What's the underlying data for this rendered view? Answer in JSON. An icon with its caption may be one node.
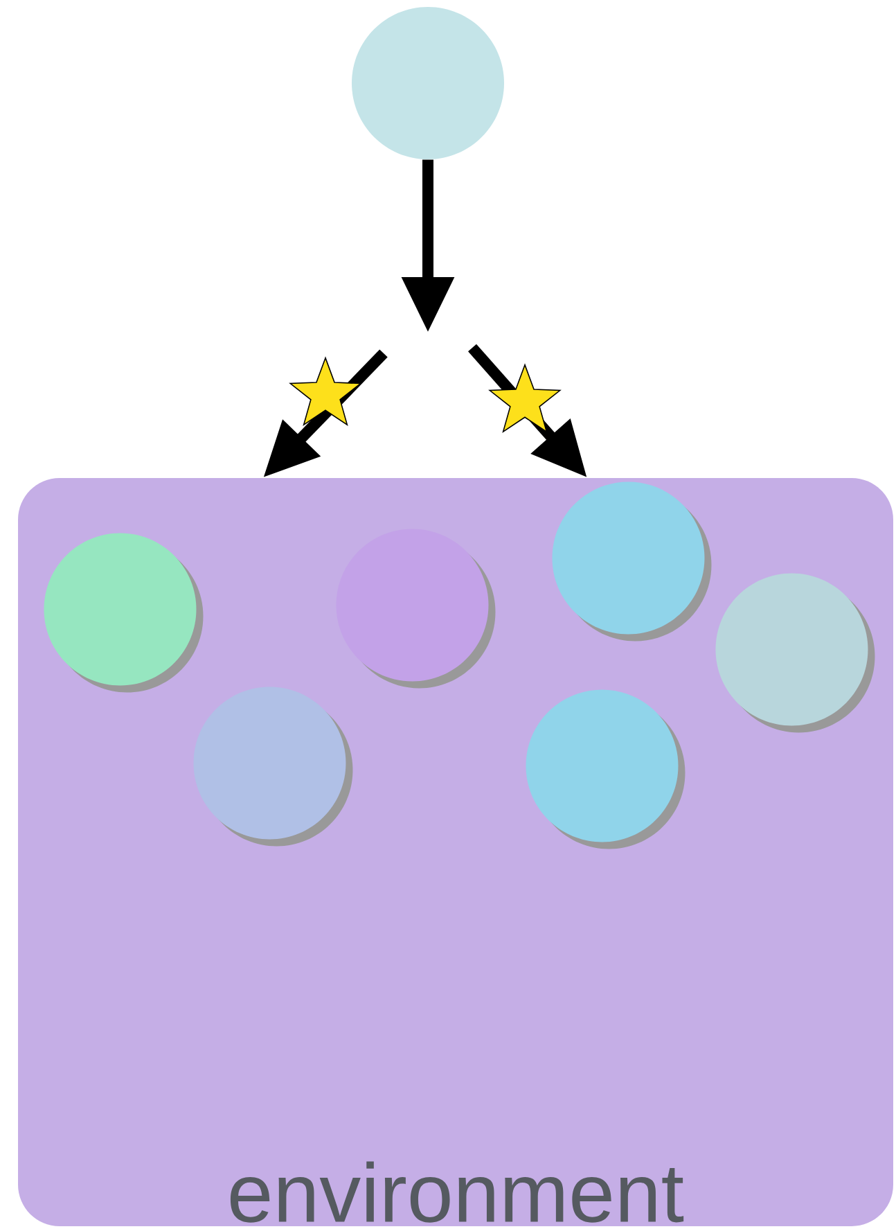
{
  "diagram": {
    "nodes": [
      {
        "text": [],
        "shape": "circle"
      },
      {
        "text": [
          "environment"
        ]
      },
      {
        "text": [],
        "shape": "circle",
        "in": 1
      },
      {
        "text": [],
        "shape": "circle",
        "in": 1
      },
      {
        "text": [],
        "shape": "circle",
        "in": 1
      },
      {
        "text": [],
        "shape": "circle",
        "in": 1
      },
      {
        "text": [],
        "shape": "circle",
        "in": 1
      },
      {
        "text": [],
        "shape": "circle",
        "in": 1
      }
    ],
    "edges": [
      {
        "from": 0,
        "to": null,
        "arrow": "to"
      },
      {
        "from": null,
        "to": 1,
        "arrow": "to"
      },
      {
        "from": null,
        "to": 1,
        "arrow": "to"
      }
    ]
  }
}
